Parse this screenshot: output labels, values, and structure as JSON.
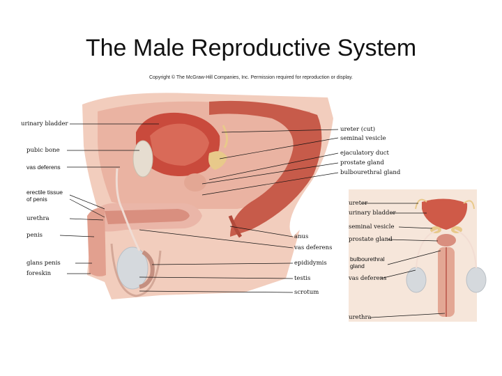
{
  "title": "The Male Reproductive System",
  "copyright": "Copyright © The McGraw-Hill Companies, Inc. Permission required for reproduction or display.",
  "main_labels_left": {
    "urinary_bladder": "urinary bladder",
    "pubic_bone": "pubic bone",
    "vas_deferens": "vas deferens",
    "erectile_tissue_line1": "erectile tissue",
    "erectile_tissue_line2": "of penis",
    "urethra": "urethra",
    "penis": "penis",
    "glans_penis": "glans penis",
    "foreskin": "foreskin"
  },
  "main_labels_right": {
    "ureter": "ureter (cut)",
    "seminal_vesicle": "seminal vesicle",
    "ejaculatory_duct": "ejaculatory duct",
    "prostate_gland": "prostate gland",
    "bulbourethral_gland": "bulbourethral gland"
  },
  "main_labels_bottom": {
    "anus": "anus",
    "vas_deferens": "vas deferens",
    "epididymis": "epididymis",
    "testis": "testis",
    "scrotum": "scrotum"
  },
  "inset_labels": {
    "ureter": "ureter",
    "urinary_bladder": "urinary bladder",
    "seminal_vesicle": "seminal vesicle",
    "prostate_gland": "prostate gland",
    "bulbourethral_line1": "bulbourethral",
    "bulbourethral_line2": "gland",
    "vas_deferens": "vas deferens",
    "urethra": "urethra"
  },
  "colors": {
    "skin": "#f3d3c4",
    "muscle": "#c9473a",
    "bladder": "#d06b5a",
    "tissue_pink": "#e9b3a6",
    "bone": "#e8dccb",
    "testis": "#d4d8dc",
    "inset_bg": "#f6e6da"
  }
}
